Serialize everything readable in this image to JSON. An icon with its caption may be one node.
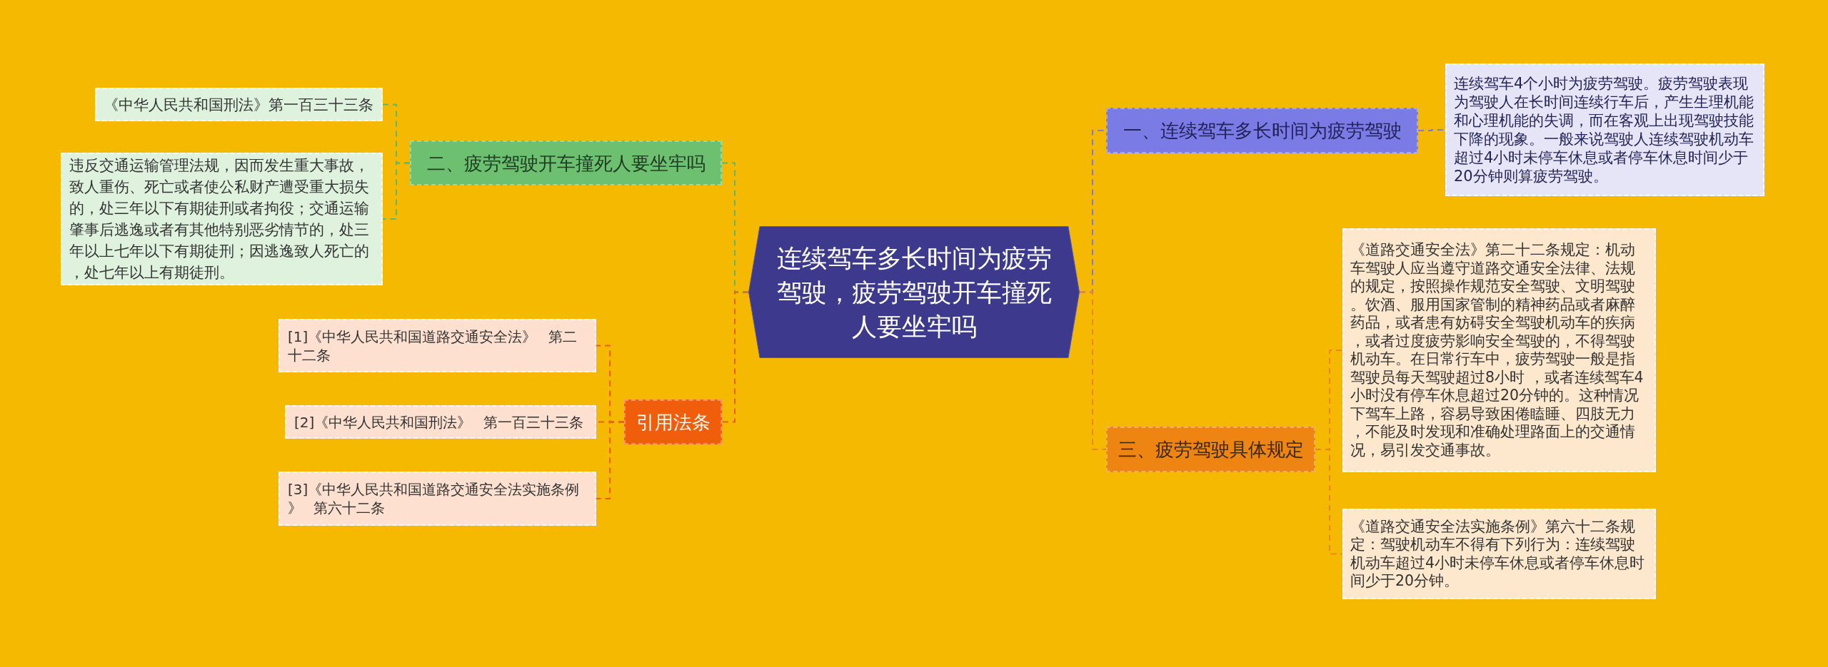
{
  "diagram": {
    "nodes": [
      {
        "text": [
          "连续驾车多长时间为疲劳驾驶，疲劳驾驶开车撞死人要坐牢吗"
        ]
      },
      {
        "text": [
          "二、疲劳驾驶开车撞死人要坐牢吗"
        ]
      },
      {
        "text": [
          "《中华人民共和国刑法》第一百三十三条"
        ]
      },
      {
        "text": [
          "违反交通运输管理法规，因而发生重大事故，致人重伤、死亡或者使公私财产遭受重大损失的，处三年以下有期徒刑或者拘役；交通运输肇事后逃逸或者有其他特别恶劣情节的，处三年以上七年以下有期徒刑；因逃逸致人死亡的，处七年以上有期徒刑。"
        ]
      },
      {
        "text": [
          "引用法条"
        ]
      },
      {
        "text": [
          "[1]《中华人民共和国道路交通安全法》 第二十二条"
        ]
      },
      {
        "text": [
          "[2]《中华人民共和国刑法》 第一百三十三条"
        ]
      },
      {
        "text": [
          "[3]《中华人民共和国道路交通安全法实施条例》 第六十二条"
        ]
      },
      {
        "text": [
          "一、连续驾车多长时间为疲劳驾驶"
        ]
      },
      {
        "text": [
          "连续驾车4个小时为疲劳驾驶。疲劳驾驶表现为驾驶人在长时间连续行车后，产生生理机能和心理机能的失调，而在客观上出现驾驶技能下降的现象。一般来说驾驶人连续驾驶机动车超过4小时未停车休息或者停车休息时间少于20分钟则算疲劳驾驶。"
        ]
      },
      {
        "text": [
          "三、疲劳驾驶具体规定"
        ]
      },
      {
        "text": [
          "《道路交通安全法》第二十二条规定：机动车驾驶人应当遵守道路交通安全法律、法规的规定，按照操作规范安全驾驶、文明驾驶。饮酒、服用国家管制的精神药品或者麻醉药品，或者患有妨碍安全驾驶机动车的疾病，或者过度疲劳影响安全驾驶的，不得驾驶机动车。在日常行车中，疲劳驾驶一般是指驾驶员每天驾驶超过8小时 ，或者连续驾车4小时没有停车休息超过20分钟的。这种情况下驾车上路，容易导致困倦瞌睡、四肢无力，不能及时发现和准确处理路面上的交通情况，易引发交通事故。"
        ]
      },
      {
        "text": [
          "《道路交通安全法实施条例》第六十二条规定：驾驶机动车不得有下列行为：连续驾驶机动车超过4小时未停车休息或者停车休息时间少于20分钟。"
        ]
      }
    ],
    "edges": [
      {
        "from": 0,
        "to": 1,
        "arrow": "none",
        "style": "dashed",
        "color": "#5cb86a"
      },
      {
        "from": 1,
        "to": 2,
        "arrow": "none",
        "style": "dashed",
        "color": "#5cb86a"
      },
      {
        "from": 1,
        "to": 3,
        "arrow": "none",
        "style": "dashed",
        "color": "#5cb86a"
      },
      {
        "from": 0,
        "to": 4,
        "arrow": "none",
        "style": "dashed",
        "color": "#f05d0b"
      },
      {
        "from": 4,
        "to": 5,
        "arrow": "none",
        "style": "dashed",
        "color": "#f05d0b"
      },
      {
        "from": 4,
        "to": 6,
        "arrow": "none",
        "style": "dashed",
        "color": "#f05d0b"
      },
      {
        "from": 4,
        "to": 7,
        "arrow": "none",
        "style": "dashed",
        "color": "#f05d0b"
      },
      {
        "from": 0,
        "to": 8,
        "arrow": "none",
        "style": "dashed",
        "color": "#7b7be6"
      },
      {
        "from": 8,
        "to": 9,
        "arrow": "none",
        "style": "dashed",
        "color": "#7b7be6"
      },
      {
        "from": 0,
        "to": 10,
        "arrow": "none",
        "style": "dashed",
        "color": "#ee8512"
      },
      {
        "from": 10,
        "to": 11,
        "arrow": "none",
        "style": "dashed",
        "color": "#ee8512"
      },
      {
        "from": 10,
        "to": 12,
        "arrow": "none",
        "style": "dashed",
        "color": "#ee8512"
      }
    ]
  }
}
